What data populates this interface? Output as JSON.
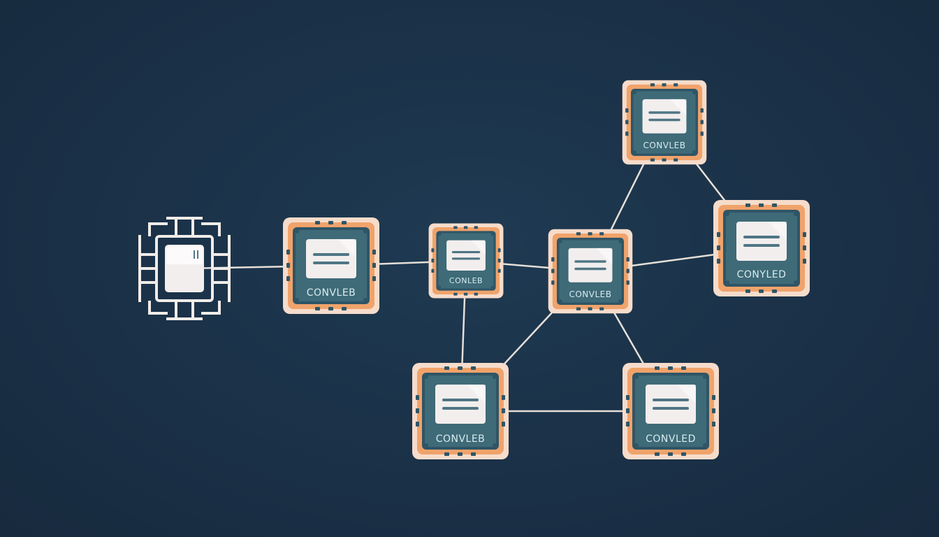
{
  "colors": {
    "background": "#1b3147",
    "chip_outer": "#f6dccb",
    "chip_orange": "#f0a36b",
    "chip_core": "#3f6a78",
    "chip_core_dark": "#2f5566",
    "screen": "#f2eeee",
    "screen_bar": "#4f7684",
    "link": "#e6dfd8",
    "processor_outline": "#f1ece9"
  },
  "icons": {
    "processor": "cpu-chip-icon",
    "module": "module-chip-icon"
  },
  "nodes": [
    {
      "id": "processor",
      "label": ""
    },
    {
      "id": "n1",
      "label": "CONVLEB"
    },
    {
      "id": "n2",
      "label": "CONLEB"
    },
    {
      "id": "n3",
      "label": "CONVLEB"
    },
    {
      "id": "n4",
      "label": "CONVLEB"
    },
    {
      "id": "n5",
      "label": "CONYLED"
    },
    {
      "id": "n6",
      "label": "CONVLEB"
    },
    {
      "id": "n7",
      "label": "CONVLED"
    }
  ],
  "edges": [
    {
      "from": "processor",
      "to": "n1"
    },
    {
      "from": "n1",
      "to": "n2"
    },
    {
      "from": "n2",
      "to": "n3"
    },
    {
      "from": "n3",
      "to": "n5"
    },
    {
      "from": "n3",
      "to": "n4"
    },
    {
      "from": "n4",
      "to": "n5"
    },
    {
      "from": "n2",
      "to": "n6"
    },
    {
      "from": "n3",
      "to": "n6"
    },
    {
      "from": "n3",
      "to": "n7"
    },
    {
      "from": "n6",
      "to": "n7"
    }
  ]
}
